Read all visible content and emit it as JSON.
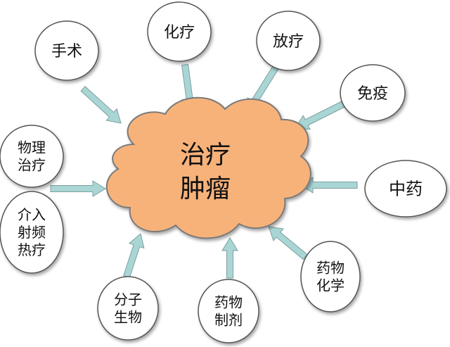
{
  "colors": {
    "cloud_fill": "#F7B27A",
    "cloud_stroke": "#7A7A7A",
    "arrow_fill": "#A9D6D4",
    "arrow_stroke": "#7E9FA0",
    "circle_fill": "#FFFFFF",
    "circle_stroke": "#555555"
  },
  "center": {
    "lines": [
      "治疗",
      "肿瘤"
    ]
  },
  "nodes": [
    {
      "id": "surgery",
      "lines": [
        "手术"
      ]
    },
    {
      "id": "chemotherapy",
      "lines": [
        "化疗"
      ]
    },
    {
      "id": "radiotherapy",
      "lines": [
        "放疗"
      ]
    },
    {
      "id": "immunotherapy",
      "lines": [
        "免疫"
      ]
    },
    {
      "id": "physical-therapy",
      "lines": [
        "物理",
        "治疗"
      ]
    },
    {
      "id": "tcm",
      "lines": [
        "中药"
      ]
    },
    {
      "id": "interventional-rf",
      "lines": [
        "介入",
        "射频",
        "热疗"
      ]
    },
    {
      "id": "medicinal-chemistry",
      "lines": [
        "药物",
        "化学"
      ]
    },
    {
      "id": "molecular-biology",
      "lines": [
        "分子",
        "生物"
      ]
    },
    {
      "id": "pharmaceutics",
      "lines": [
        "药物",
        "制剂"
      ]
    }
  ]
}
